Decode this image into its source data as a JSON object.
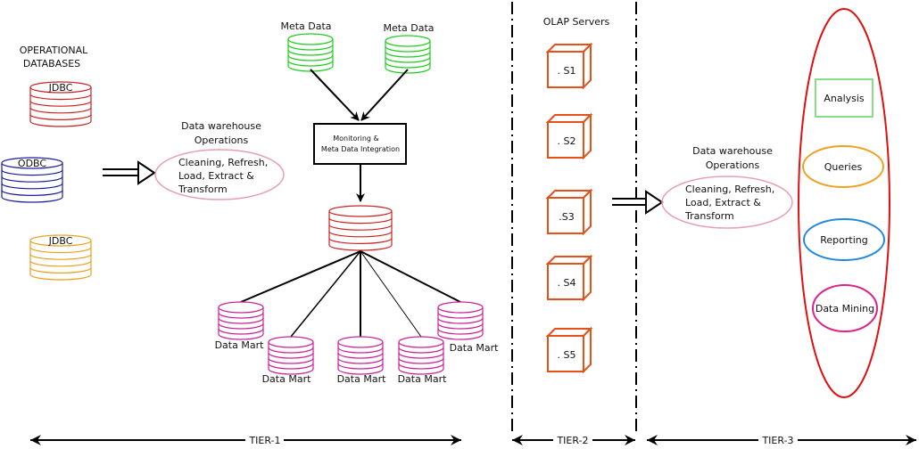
{
  "diagram": {
    "tier1": {
      "operational_title": [
        "OPERATIONAL",
        "DATABASES"
      ],
      "sources": [
        {
          "label": "JDBC",
          "color": "#cc2222"
        },
        {
          "label": "ODBC",
          "color": "#1a1aa0"
        },
        {
          "label": "JDBC",
          "color": "#e8a020"
        }
      ],
      "operations": {
        "title": [
          "Data warehouse",
          "Operations"
        ],
        "body": [
          "Cleaning, Refresh,",
          "Load, Extract &",
          "Transform"
        ],
        "color": "#e8a0b0"
      },
      "meta_data": [
        {
          "label": "Meta Data",
          "color": "#22cc22"
        },
        {
          "label": "Meta Data",
          "color": "#22cc22"
        }
      ],
      "integration_box": [
        "Monitoring &",
        "Meta Data Integration"
      ],
      "warehouse_color": "#cc2222",
      "data_marts": {
        "label": "Data Mart",
        "count": 5,
        "color": "#cc2299"
      },
      "tier_label": "TIER-1"
    },
    "tier2": {
      "title": "OLAP Servers",
      "servers": [
        ". S1",
        ". S2",
        ".S3",
        ". S4",
        ". S5"
      ],
      "color": "#e8501a",
      "tier_label": "TIER-2"
    },
    "tier3": {
      "operations": {
        "title": [
          "Data warehouse",
          "Operations"
        ],
        "body": [
          "Cleaning, Refresh,",
          "Load, Extract &",
          "Transform"
        ],
        "color": "#e8a0b0"
      },
      "container_color": "#dd1111",
      "tools": [
        {
          "label": "Analysis",
          "shape": "rect",
          "color": "#88dd88"
        },
        {
          "label": "Queries",
          "shape": "ellipse",
          "color": "#f0a020"
        },
        {
          "label": "Reporting",
          "shape": "ellipse",
          "color": "#2288dd"
        },
        {
          "label": "Data Mining",
          "shape": "ellipse",
          "color": "#dd2288"
        }
      ],
      "tier_label": "TIER-3"
    }
  }
}
